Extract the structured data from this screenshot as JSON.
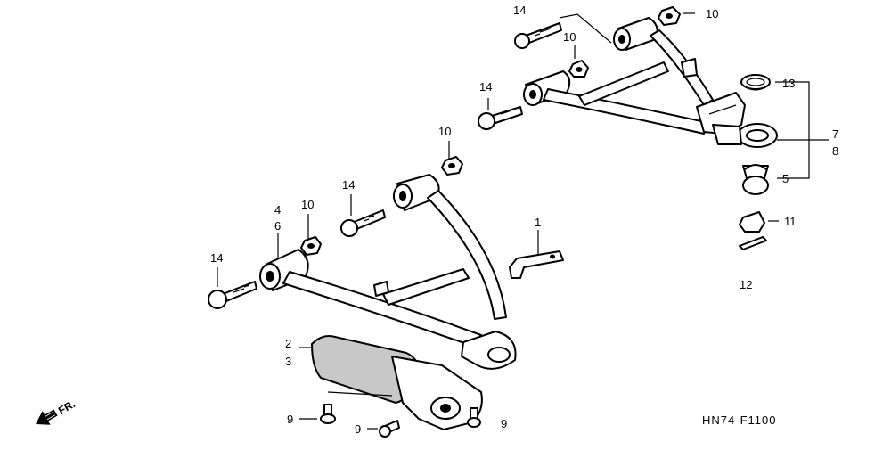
{
  "diagram": {
    "callouts": {
      "c14_top": "14",
      "c10_top_right": "10",
      "c10_top_mid": "10",
      "c14_upper_left": "14",
      "c13": "13",
      "c7": "7",
      "c8": "8",
      "c5": "5",
      "c10_mid": "10",
      "c14_mid": "14",
      "c10_lower": "10",
      "c4": "4",
      "c6": "6",
      "c14_lower_left": "14",
      "c1": "1",
      "c11": "11",
      "c12": "12",
      "c2": "2",
      "c3": "3",
      "c9_left": "9",
      "c9_mid": "9",
      "c9_right": "9"
    },
    "front_indicator": "FR.",
    "drawing_code": "HN74-F1100"
  }
}
